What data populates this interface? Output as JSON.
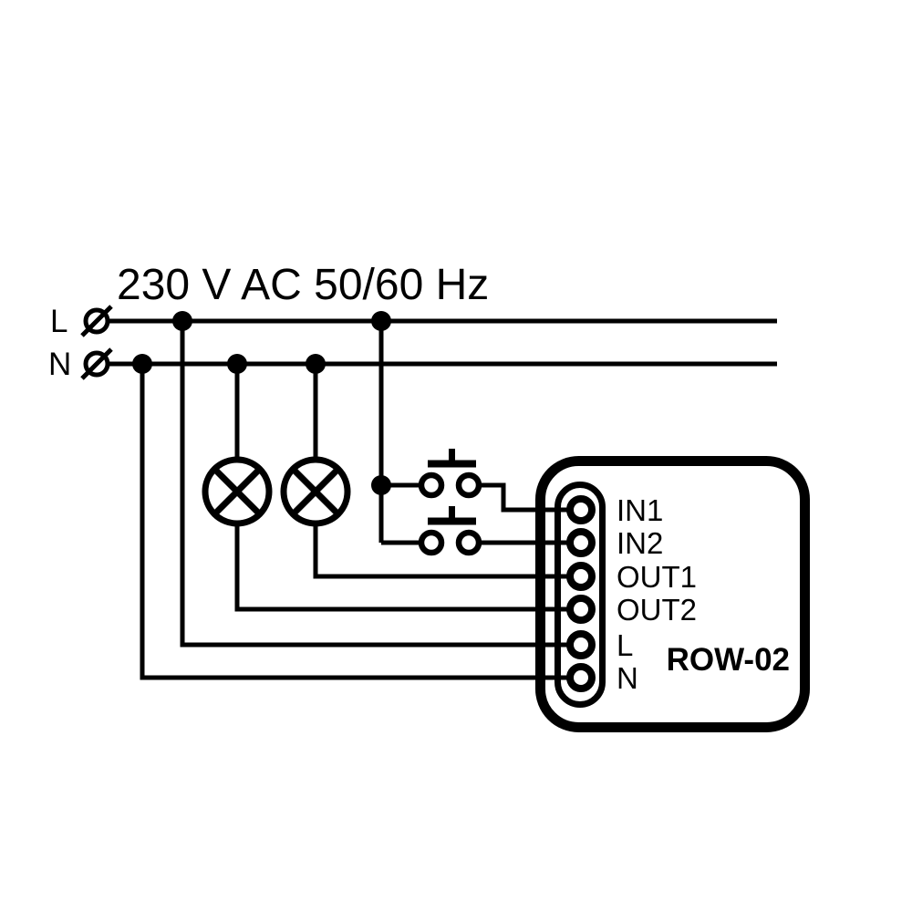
{
  "title": "230 V AC 50/60 Hz",
  "supply": {
    "line_label": "L",
    "neutral_label": "N"
  },
  "device": {
    "model": "ROW-02",
    "terminals": [
      "IN1",
      "IN2",
      "OUT1",
      "OUT2",
      "L",
      "N"
    ]
  },
  "components": {
    "lamp_count": 2,
    "push_button_count": 2
  },
  "colors": {
    "ink": "#000000",
    "background": "#ffffff"
  }
}
